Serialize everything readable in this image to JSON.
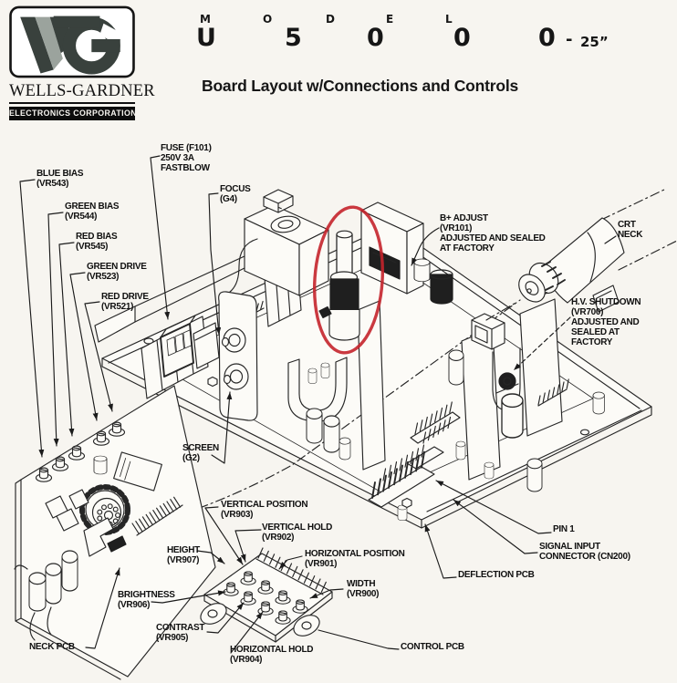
{
  "page": {
    "background": "#f7f5f0",
    "ink": "#262626",
    "highlight_red": "#c4242b"
  },
  "header": {
    "logo": {
      "monogram": "WG",
      "wordmark": "WELLS-GARDNER",
      "subtitle": "ELECTRONICS CORPORATION"
    },
    "model": {
      "word_chars": [
        "M",
        "O",
        "D",
        "E",
        "L"
      ],
      "number_chars": [
        "U",
        "5",
        "0",
        "0",
        "0"
      ],
      "dash": "-",
      "screen_size": "25”"
    },
    "title": "Board Layout w/Connections and Controls"
  },
  "diagram": {
    "highlighted_part": "B+ adjust coil (circled in red)",
    "labels": [
      {
        "id": "blue-bias",
        "text": "BLUE BIAS\n(VR543)"
      },
      {
        "id": "green-bias",
        "text": "GREEN BIAS\n(VR544)"
      },
      {
        "id": "red-bias",
        "text": "RED BIAS\n(VR545)"
      },
      {
        "id": "green-drive",
        "text": "GREEN DRIVE\n(VR523)"
      },
      {
        "id": "red-drive",
        "text": "RED DRIVE\n(VR521)"
      },
      {
        "id": "fuse",
        "text": "FUSE (F101)\n250V 3A\nFASTBLOW"
      },
      {
        "id": "focus",
        "text": "FOCUS\n(G4)"
      },
      {
        "id": "b-plus-adjust",
        "text": "B+ ADJUST\n(VR101)\nADJUSTED AND SEALED\nAT FACTORY"
      },
      {
        "id": "crt-neck",
        "text": "CRT\nNECK"
      },
      {
        "id": "hv-shutdown",
        "text": "H.V. SHUTDOWN\n(VR700)\nADJUSTED AND\nSEALED AT\nFACTORY"
      },
      {
        "id": "screen",
        "text": "SCREEN\n(G2)"
      },
      {
        "id": "vertical-position",
        "text": "VERTICAL POSITION\n(VR903)"
      },
      {
        "id": "vertical-hold",
        "text": "VERTICAL HOLD\n(VR902)"
      },
      {
        "id": "height",
        "text": "HEIGHT\n(VR907)"
      },
      {
        "id": "horizontal-position",
        "text": "HORIZONTAL POSITION\n(VR901)"
      },
      {
        "id": "width",
        "text": "WIDTH\n(VR900)"
      },
      {
        "id": "brightness",
        "text": "BRIGHTNESS\n(VR906)"
      },
      {
        "id": "contrast",
        "text": "CONTRAST\n(VR905)"
      },
      {
        "id": "horizontal-hold",
        "text": "HORIZONTAL HOLD\n(VR904)"
      },
      {
        "id": "neck-pcb",
        "text": "NECK PCB"
      },
      {
        "id": "pin-1",
        "text": "PIN 1"
      },
      {
        "id": "signal-input",
        "text": "SIGNAL INPUT\nCONNECTOR (CN200)"
      },
      {
        "id": "deflection-pcb",
        "text": "DEFLECTION PCB"
      },
      {
        "id": "control-pcb",
        "text": "CONTROL PCB"
      }
    ]
  }
}
